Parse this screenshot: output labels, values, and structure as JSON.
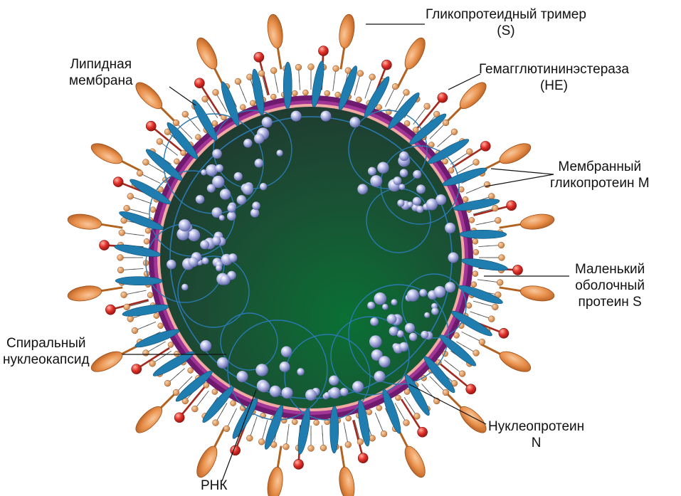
{
  "labels": {
    "spike": {
      "line1": "Гликопротеидный тример",
      "line2": "(S)"
    },
    "lipid": {
      "line1": "Липидная",
      "line2": "мембрана"
    },
    "he": {
      "line1": "Гемагглютининэстераза",
      "line2": "(HE)"
    },
    "membrane_m": {
      "line1": "Мембранный",
      "line2": "гликопротеин M"
    },
    "envelope_s": {
      "line1": "Маленький",
      "line2": "оболочный",
      "line3": "протеин S"
    },
    "nucleocapsid": {
      "line1": "Спиральный",
      "line2": "нуклеокапсид"
    },
    "nucleoprotein": {
      "line1": "Нуклеопротеин",
      "line2": "N"
    },
    "rna": {
      "line1": "РНК"
    }
  },
  "colors": {
    "core_dark": "#1e3b2c",
    "core_light": "#0d6b32",
    "spike": "#e08a4a",
    "he_head": "#e8302a",
    "membrane_m": "#1f7db0",
    "lipid_head": "#e9a56a",
    "inner_band_purple": "#7a1e78",
    "inner_band_pink": "#f0a0a0",
    "nucleoprotein": "#a9aedc",
    "rna_strand": "#2a79b0"
  }
}
